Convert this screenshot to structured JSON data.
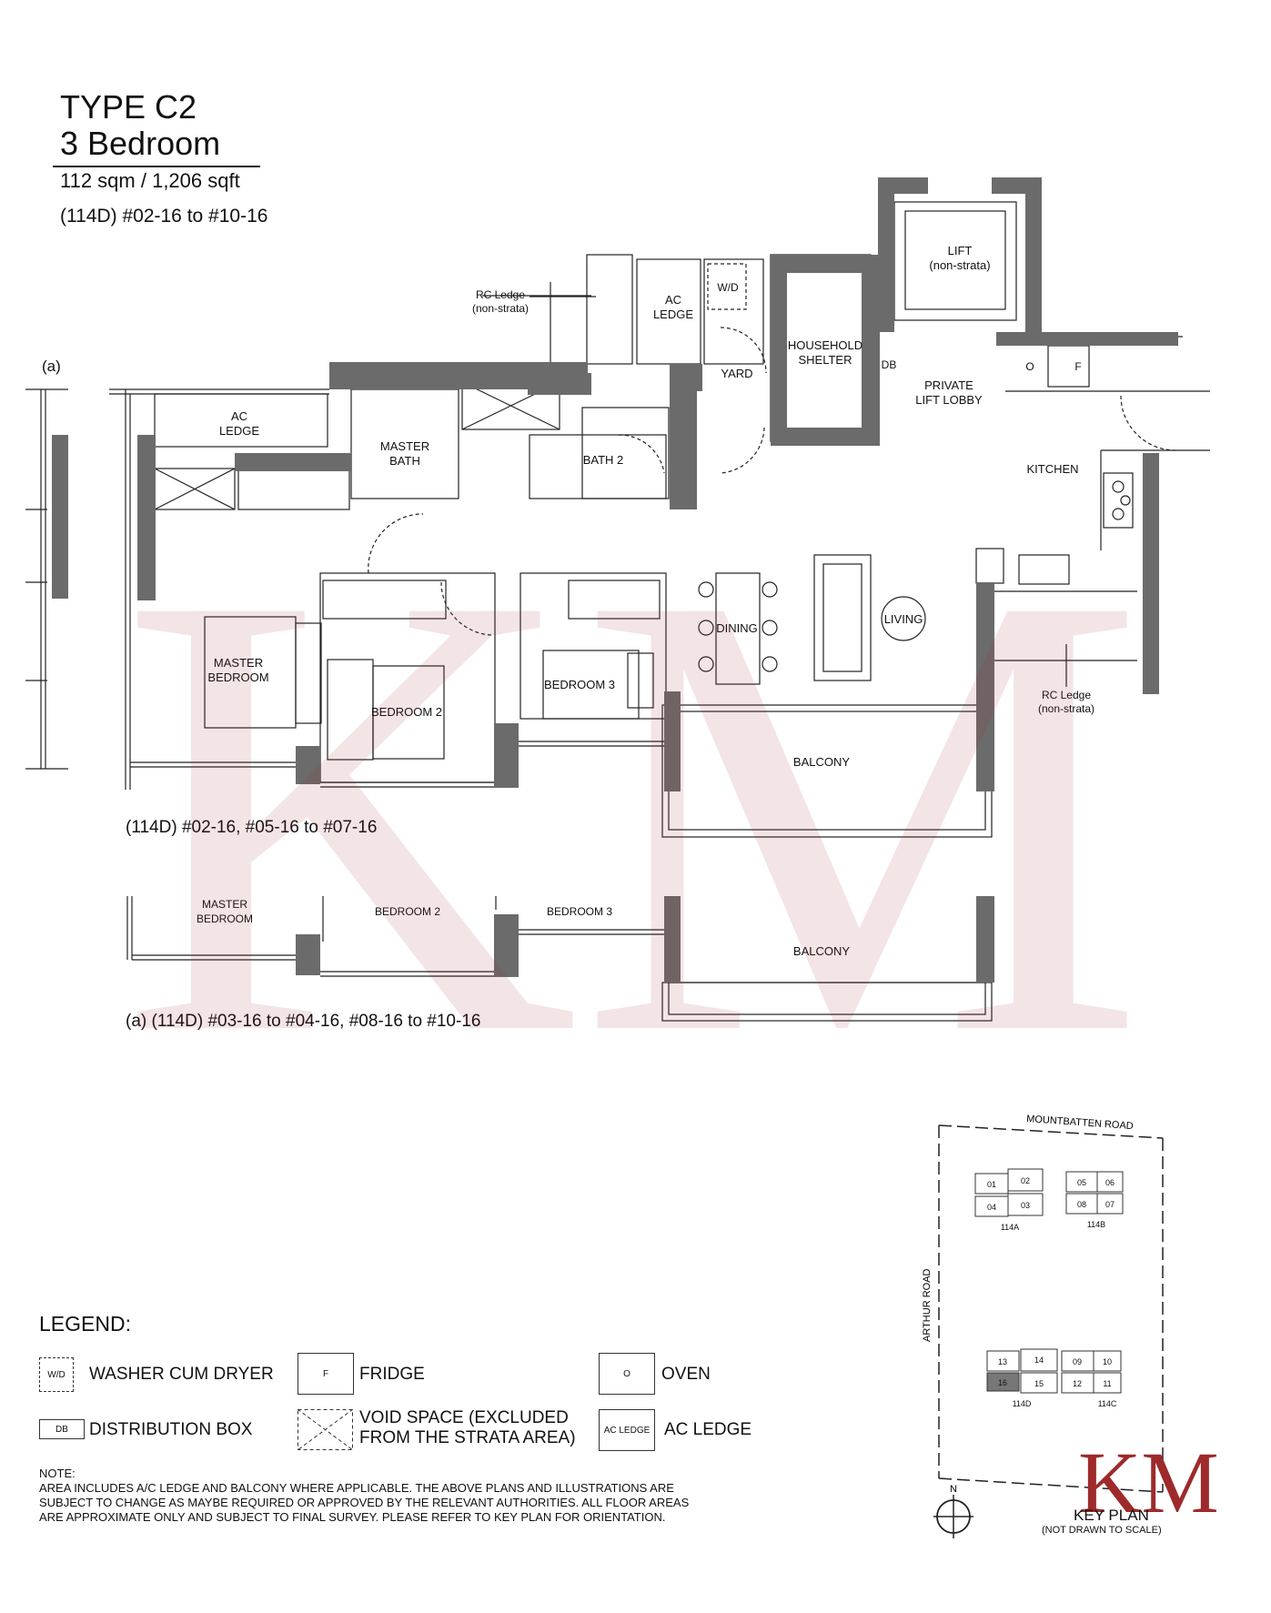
{
  "header": {
    "type": "TYPE C2",
    "bedrooms": "3 Bedroom",
    "area": "112 sqm / 1,206 sqft",
    "units": "(114D) #02-16 to #10-16"
  },
  "plan": {
    "alt_marker": "(a)",
    "rooms": {
      "ac_ledge_left": [
        "AC",
        "LEDGE"
      ],
      "rc_ledge_top": [
        "RC Ledge",
        "(non-strata)"
      ],
      "ac_ledge_top": [
        "AC",
        "LEDGE"
      ],
      "wd": "W/D",
      "yard": "YARD",
      "household_shelter": [
        "HOUSEHOLD",
        "SHELTER"
      ],
      "lift": [
        "LIFT",
        "(non-strata)"
      ],
      "db": "DB",
      "private_lift_lobby": [
        "PRIVATE",
        "LIFT LOBBY"
      ],
      "oven": "O",
      "fridge": "F",
      "master_bath": [
        "MASTER",
        "BATH"
      ],
      "bath2": "BATH 2",
      "kitchen": "KITCHEN",
      "master_bedroom": [
        "MASTER",
        "BEDROOM"
      ],
      "bedroom2": "BEDROOM 2",
      "bedroom3": "BEDROOM 3",
      "dining": "DINING",
      "living": "LIVING",
      "rc_ledge_right": [
        "RC Ledge",
        "(non-strata)"
      ],
      "balcony": "BALCONY"
    },
    "caption_main": "(114D) #02-16,  #05-16 to #07-16",
    "alt_rooms": {
      "master_bedroom": [
        "MASTER",
        "BEDROOM"
      ],
      "bedroom2": "BEDROOM 2",
      "bedroom3": "BEDROOM 3",
      "balcony": "BALCONY"
    },
    "caption_alt": "(a) (114D) #03-16 to #04-16,  #08-16 to #10-16"
  },
  "legend": {
    "title": "LEGEND:",
    "items": [
      {
        "symbol": "W/D",
        "label": "WASHER CUM DRYER"
      },
      {
        "symbol": "F",
        "label": "FRIDGE"
      },
      {
        "symbol": "O",
        "label": "OVEN"
      },
      {
        "symbol": "DB",
        "label": "DISTRIBUTION BOX"
      },
      {
        "symbol": "",
        "label_lines": [
          "VOID SPACE (EXCLUDED",
          "FROM THE STRATA AREA)"
        ]
      },
      {
        "symbol": "AC LEDGE",
        "label": "AC LEDGE"
      }
    ]
  },
  "note": {
    "heading": "NOTE:",
    "lines": [
      "AREA INCLUDES A/C LEDGE AND BALCONY WHERE APPLICABLE. THE ABOVE PLANS AND ILLUSTRATIONS ARE",
      "SUBJECT TO CHANGE AS MAYBE REQUIRED OR APPROVED BY THE RELEVANT AUTHORITIES. ALL FLOOR AREAS",
      "ARE APPROXIMATE ONLY AND SUBJECT TO FINAL SURVEY. PLEASE REFER TO KEY PLAN FOR ORIENTATION."
    ]
  },
  "keyplan": {
    "road_top": "MOUNTBATTEN ROAD",
    "road_left": "ARTHUR ROAD",
    "block_a_units": [
      "01",
      "02",
      "04",
      "03"
    ],
    "block_b_units": [
      "05",
      "06",
      "08",
      "07"
    ],
    "block_a": "114A",
    "block_b": "114B",
    "block_d_units": [
      "13",
      "14",
      "16",
      "15"
    ],
    "block_c_units": [
      "09",
      "10",
      "12",
      "11"
    ],
    "block_d": "114D",
    "block_c": "114C",
    "north": "N",
    "label": "KEY PLAN",
    "sub": "(NOT DRAWN TO SCALE)"
  },
  "watermark": {
    "text": "KM",
    "color": "#9e2a2b"
  },
  "colors": {
    "wall": "#6b6b6b",
    "line": "#222222"
  }
}
